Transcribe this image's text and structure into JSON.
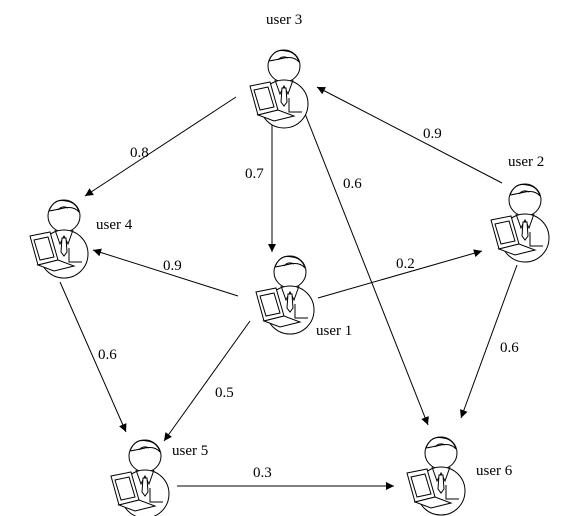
{
  "users": [
    {
      "id": "u1",
      "label": "user 1"
    },
    {
      "id": "u2",
      "label": "user 2"
    },
    {
      "id": "u3",
      "label": "user 3"
    },
    {
      "id": "u4",
      "label": "user 4"
    },
    {
      "id": "u5",
      "label": "user 5"
    },
    {
      "id": "u6",
      "label": "user 6"
    }
  ],
  "edges": [
    {
      "from": "user 3",
      "to": "user 4",
      "weight": "0.8"
    },
    {
      "from": "user 3",
      "to": "user 1",
      "weight": "0.7"
    },
    {
      "from": "user 3",
      "to": "user 6",
      "weight": "0.6"
    },
    {
      "from": "user 2",
      "to": "user 3",
      "weight": "0.9"
    },
    {
      "from": "user 1",
      "to": "user 4",
      "weight": "0.9"
    },
    {
      "from": "user 1",
      "to": "user 2",
      "weight": "0.2"
    },
    {
      "from": "user 1",
      "to": "user 5",
      "weight": "0.5"
    },
    {
      "from": "user 4",
      "to": "user 5",
      "weight": "0.6"
    },
    {
      "from": "user 2",
      "to": "user 6",
      "weight": "0.6"
    },
    {
      "from": "user 5",
      "to": "user 6",
      "weight": "0.3"
    }
  ]
}
